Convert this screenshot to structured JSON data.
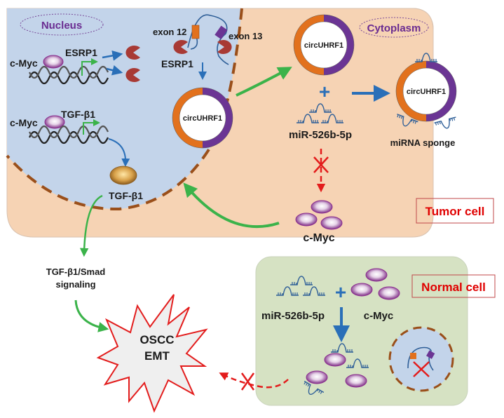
{
  "regions": {
    "nucleus_label": "Nucleus",
    "cytoplasm_label": "Cytoplasm",
    "tumor_cell_label": "Tumor cell",
    "normal_cell_label": "Normal cell"
  },
  "nucleus": {
    "gene1": {
      "tf_label": "c-Myc",
      "gene_label": "ESRP1"
    },
    "gene2": {
      "tf_label": "c-Myc",
      "gene_label": "TGF-β1"
    },
    "esrp1_protein_label": "ESRP1",
    "exon_left_label": "exon 12",
    "exon_right_label": "exon 13",
    "circ_label": "circUHRF1",
    "tgfb1_protein_label": "TGF-β1"
  },
  "cytoplasm": {
    "circ_label": "circUHRF1",
    "plus_sign": "+",
    "mirna_label": "miR-526b-5p",
    "sponge_circ_label": "circUHRF1",
    "sponge_label": "miRNA sponge",
    "cmyc_label": "c-Myc"
  },
  "outside": {
    "signaling_line1": "TGF-β1/Smad",
    "signaling_line2": "signaling",
    "outcome_line1": "OSCC",
    "outcome_line2": "EMT"
  },
  "normal_cell": {
    "mirna_label": "miR-526b-5p",
    "plus_sign": "+",
    "cmyc_label": "c-Myc"
  },
  "colors": {
    "nucleus_fill": "#c3d4ea",
    "cytoplasm_fill": "#f6d3b4",
    "normal_fill": "#d6e2c3",
    "exon12_orange": "#e2711d",
    "exon13_purple": "#6b3594",
    "esrp1_red": "#a83a35",
    "arrow_blue": "#2a6fb8",
    "arrow_green": "#3bb34a",
    "inhibit_red": "#e31c1c",
    "membrane_brown": "#9a4f1a"
  }
}
